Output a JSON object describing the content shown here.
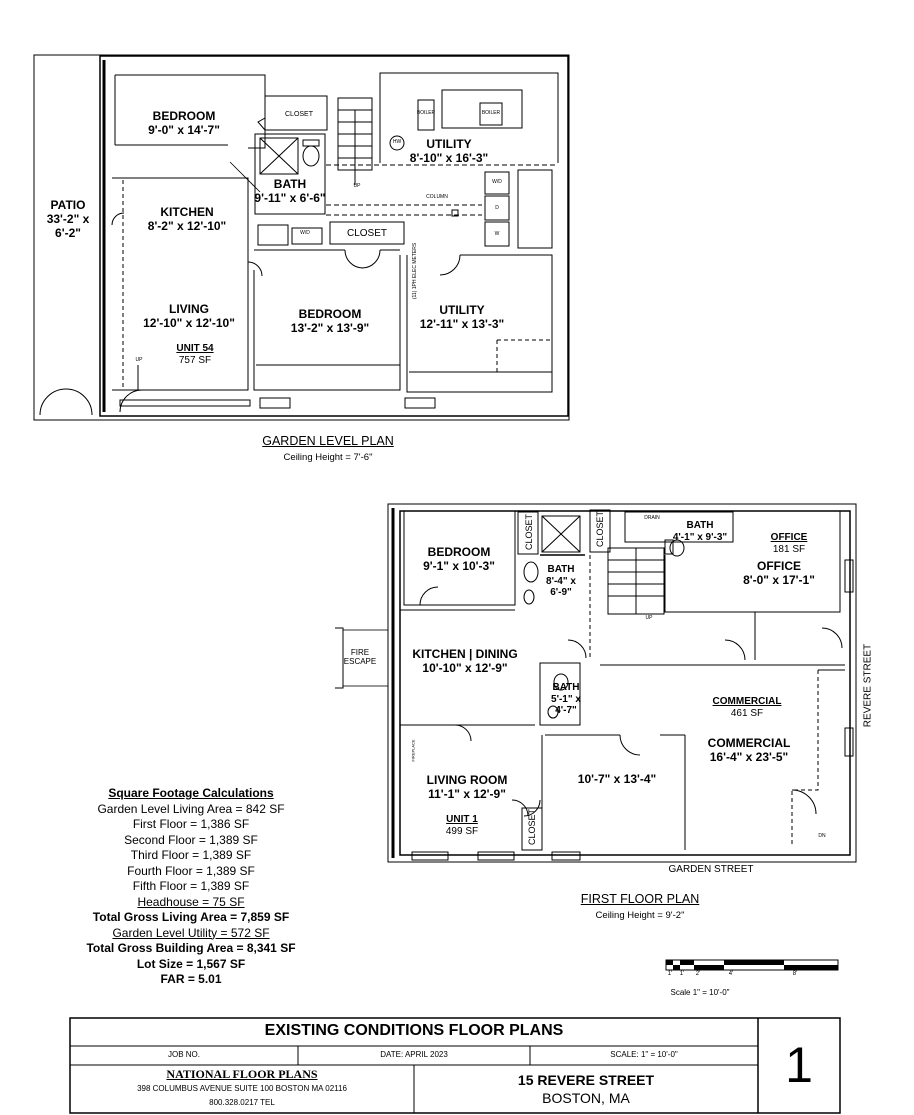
{
  "garden": {
    "rooms": [
      {
        "name": "BEDROOM",
        "dims": "9'-0\" x 14'-7\""
      },
      {
        "name": "KITCHEN",
        "dims": "8'-2\" x 12'-10\""
      },
      {
        "name": "LIVING",
        "dims": "12'-10\" x 12'-10\""
      },
      {
        "name": "BATH",
        "dims": "9'-11\" x 6'-6\""
      },
      {
        "name": "UTILITY",
        "dims": "8'-10\" x 16'-3\""
      },
      {
        "name": "BEDROOM",
        "dims": "13'-2\" x 13'-9\""
      },
      {
        "name": "UTILITY",
        "dims": "12'-11\" x 13'-3\""
      }
    ],
    "patio": {
      "name": "PATIO",
      "line1": "33'-2\" x",
      "line2": "6'-2\""
    },
    "unit": {
      "name": "UNIT 54",
      "area": "757 SF"
    },
    "labels": {
      "closet_a": "CLOSET",
      "closet_b": "CLOSET",
      "boiler_a": "BOILER",
      "boiler_b": "BOILER",
      "hw": "HW",
      "up": "UP",
      "column": "COLUMN",
      "wd": "W/D",
      "d": "D",
      "w": "W",
      "meters": "(11) 1PH ELEC METERS",
      "up2": "UP",
      "wd2": "W/D"
    },
    "caption": "GARDEN LEVEL PLAN",
    "ceiling": "Ceiling Height = 7'-6\""
  },
  "first": {
    "rooms": [
      {
        "name": "BEDROOM",
        "dims": "9'-1\" x 10'-3\""
      },
      {
        "name": "KITCHEN | DINING",
        "dims": "10'-10\" x 12'-9\""
      },
      {
        "name": "LIVING ROOM",
        "dims": "11'-1\" x 12'-9\""
      },
      {
        "name": "BATH",
        "dims_a": "8'-4\" x",
        "dims_b": "6'-9\""
      },
      {
        "name": "BATH",
        "dims_a": "5'-1\" x",
        "dims_b": "4'-7\""
      },
      {
        "name": "BATH",
        "dims": "4'-1\" x 9'-3\""
      },
      {
        "name": "OFFICE",
        "dims": "8'-0\" x 17'-1\""
      },
      {
        "name": "COMMERCIAL",
        "dims": "16'-4\" x 23'-5\""
      },
      {
        "name": "",
        "dims": "10'-7\" x 13'-4\""
      }
    ],
    "unit": {
      "name": "UNIT 1",
      "area": "499 SF"
    },
    "office_tag": {
      "name": "OFFICE",
      "area": "181 SF"
    },
    "commercial_tag": {
      "name": "COMMERCIAL",
      "area": "461 SF"
    },
    "labels": {
      "closet_a": "CLOSET",
      "closet_b": "CLOSET",
      "closet_c": "CLOSET",
      "fire_escape_a": "FIRE",
      "fire_escape_b": "ESCAPE",
      "drain": "DRAIN",
      "up": "UP",
      "dn": "DN",
      "street_side": "REVERE STREET",
      "street_bottom": "GARDEN STREET",
      "fireplace": "FIREPLACE"
    },
    "caption": "FIRST FLOOR PLAN",
    "ceiling": "Ceiling Height = 9'-2\""
  },
  "sqft": {
    "title": "Square Footage Calculations",
    "lines": [
      "Garden Level Living Area = 842 SF",
      "First Floor = 1,386 SF",
      "Second Floor = 1,389 SF",
      "Third Floor = 1,389 SF",
      "Fourth Floor = 1,389 SF",
      "Fifth Floor = 1,389 SF",
      "Headhouse = 75 SF",
      "Total Gross Living Area = 7,859 SF",
      "Garden Level Utility = 572 SF",
      "Total Gross Building Area = 8,341 SF",
      "Lot Size = 1,567 SF",
      "FAR = 5.01"
    ]
  },
  "scale_bar": {
    "ticks": [
      "1'",
      "1'",
      "2'",
      "4'",
      "8'"
    ],
    "label": "Scale  1\" = 10'-0\""
  },
  "title_block": {
    "title": "EXISTING CONDITIONS FLOOR PLANS",
    "job_no": "JOB NO.",
    "date": "DATE: APRIL 2023",
    "scale": "SCALE: 1\" = 10'-0\"",
    "company": "NATIONAL FLOOR PLANS",
    "address": "398 COLUMBUS AVENUE SUITE 100 BOSTON MA 02116",
    "phone": "800.328.0217 TEL",
    "property_line1": "15 REVERE STREET",
    "property_line2": "BOSTON, MA",
    "sheet": "1"
  }
}
